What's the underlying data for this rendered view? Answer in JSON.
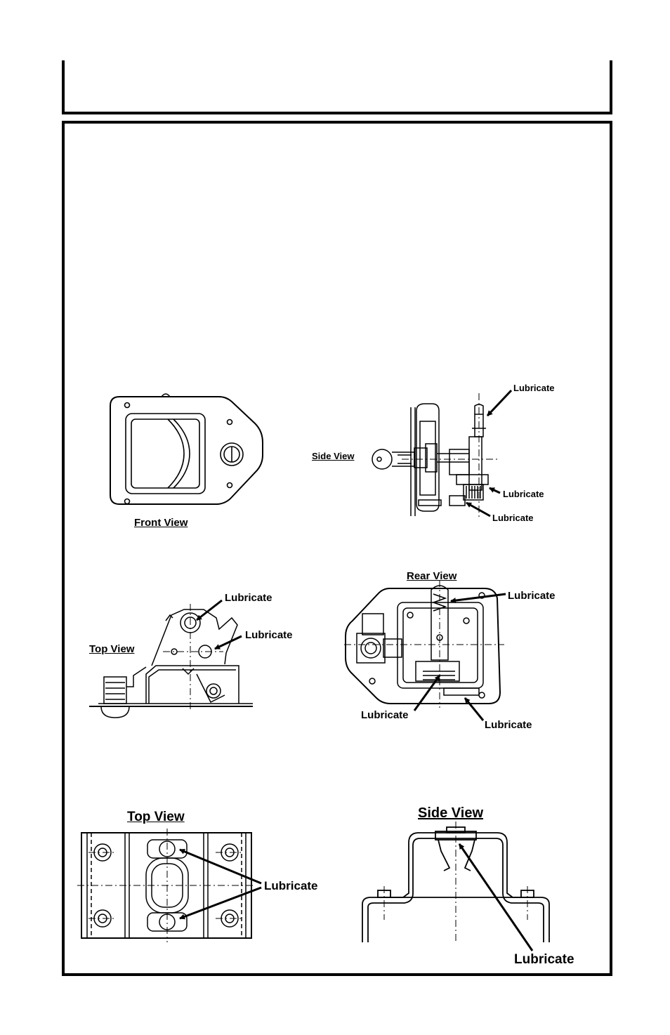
{
  "latch": {
    "front_view_title": "Front View",
    "side_view_title": "Side View",
    "side_lubricate_top": "Lubricate",
    "side_lubricate_mid": "Lubricate",
    "side_lubricate_bottom": "Lubricate",
    "top_view_title": "Top View",
    "top_lubricate_upper": "Lubricate",
    "top_lubricate_right": "Lubricate",
    "rear_view_title": "Rear View",
    "rear_lubricate_top": "Lubricate",
    "rear_lubricate_left": "Lubricate",
    "rear_lubricate_right": "Lubricate"
  },
  "striker": {
    "top_view_title": "Top View",
    "top_lubricate": "Lubricate",
    "side_view_title": "Side View",
    "side_lubricate": "Lubricate"
  }
}
